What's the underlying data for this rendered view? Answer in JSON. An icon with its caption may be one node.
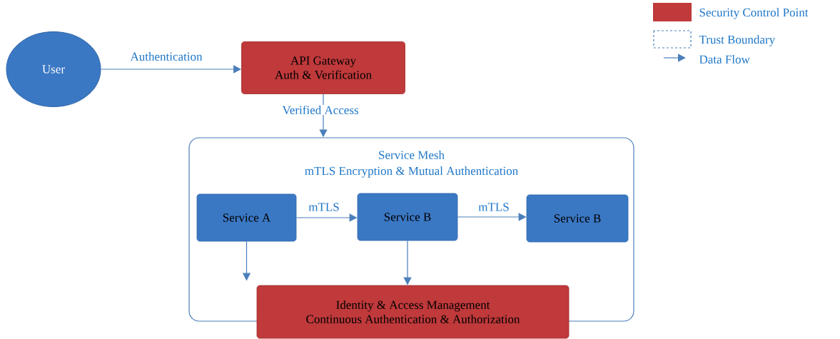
{
  "diagram": {
    "nodes": [
      {
        "text": [
          "User"
        ]
      },
      {
        "text": [
          "API Gateway",
          "Auth & Verification"
        ]
      },
      {
        "text": [
          "Service Mesh",
          "mTLS Encryption & Mutual Authentication"
        ]
      },
      {
        "text": [
          "Service A"
        ],
        "in": 2
      },
      {
        "text": [
          "Service B"
        ],
        "in": 2
      },
      {
        "text": [
          "Service B"
        ],
        "in": 2
      },
      {
        "text": [
          "Identity & Access Management",
          "Continuous Authentication & Authorization"
        ]
      }
    ],
    "edges": [
      {
        "from": 0,
        "to": 1,
        "arrow": "to",
        "label": "Authentication"
      },
      {
        "from": 1,
        "to": 2,
        "arrow": "to",
        "label": "Verified Access"
      },
      {
        "from": 3,
        "to": 4,
        "arrow": "to",
        "label": "mTLS"
      },
      {
        "from": 4,
        "to": 5,
        "arrow": "to",
        "label": "mTLS"
      },
      {
        "from": 3,
        "to": 6,
        "arrow": "to"
      },
      {
        "from": 4,
        "to": 6,
        "arrow": "to"
      }
    ],
    "legend": [
      {
        "text": "Security Control Point",
        "color": "#c0393b"
      },
      {
        "text": "Trust Boundary"
      },
      {
        "text": "Data Flow"
      }
    ]
  }
}
